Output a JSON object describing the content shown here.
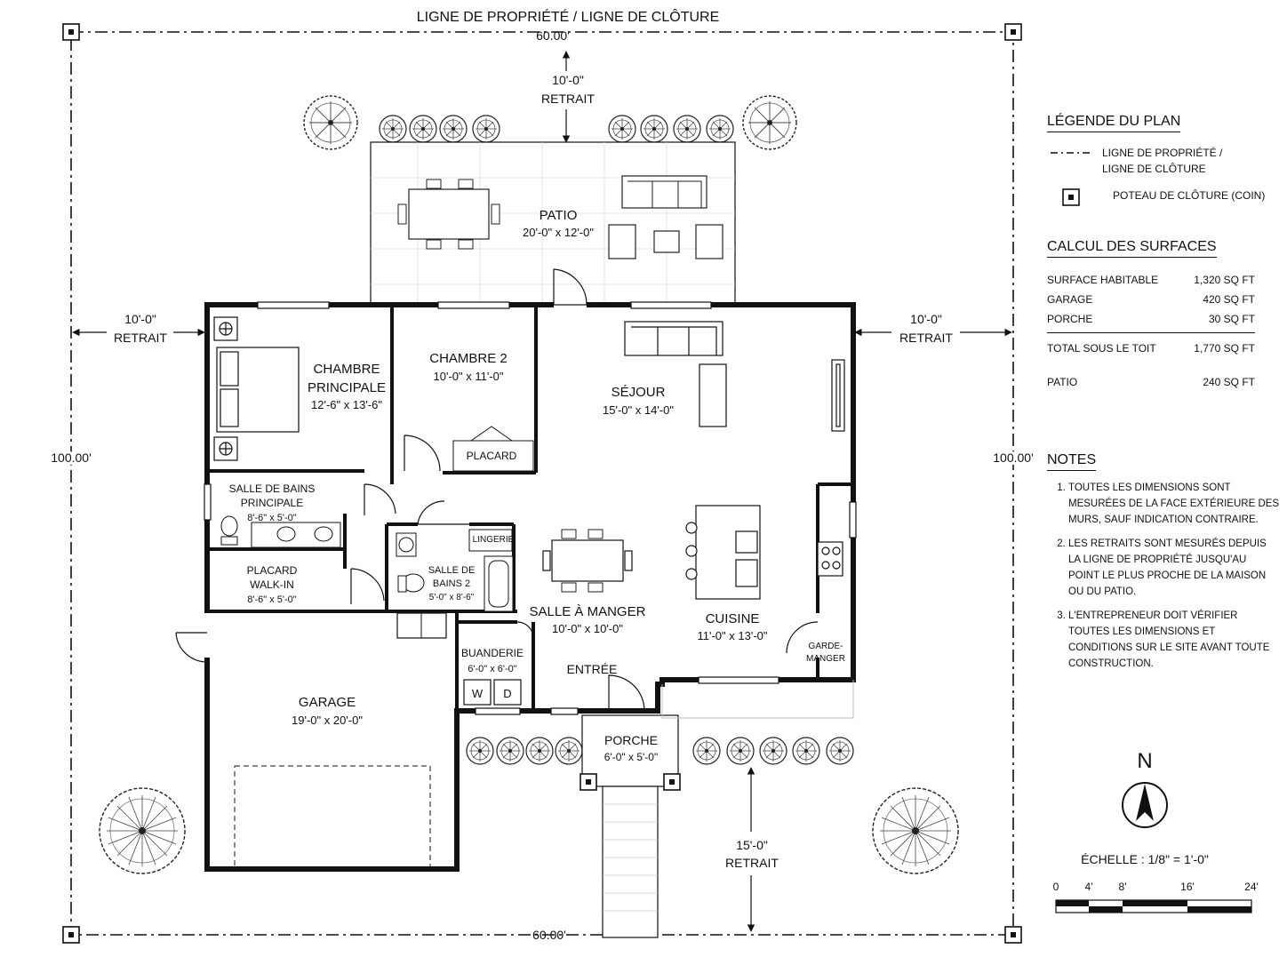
{
  "property": {
    "title": "LIGNE DE PROPRIÉTÉ / LIGNE DE CLÔTURE",
    "top_dim": "60.00'",
    "bottom_dim": "60.00'",
    "left_dim": "100.00'",
    "right_dim": "100.00'"
  },
  "setbacks": {
    "top": [
      "10'-0\"",
      "RETRAIT"
    ],
    "left": [
      "10'-0\"",
      "RETRAIT"
    ],
    "right": [
      "10'-0\"",
      "RETRAIT"
    ],
    "bottom": [
      "15'-0\"",
      "RETRAIT"
    ]
  },
  "rooms": {
    "patio": [
      "PATIO",
      "20'-0\" x 12'-0\""
    ],
    "master": [
      "CHAMBRE",
      "PRINCIPALE",
      "12'-6\" x 13'-6\""
    ],
    "bed2": [
      "CHAMBRE 2",
      "10'-0\" x 11'-0\""
    ],
    "closet": "PLACARD",
    "living": [
      "SÉJOUR",
      "15'-0\" x 14'-0\""
    ],
    "master_bath": [
      "SALLE DE BAINS",
      "PRINCIPALE",
      "8'-6\" x 5'-0\""
    ],
    "linen": "LINGERIE",
    "walkin": [
      "PLACARD",
      "WALK-IN",
      "8'-6\" x 5'-0\""
    ],
    "bath2": [
      "SALLE DE",
      "BAINS 2",
      "5'-0\" x 8'-6\""
    ],
    "dining": [
      "SALLE À MANGER",
      "10'-0\" x 10'-0\""
    ],
    "kitchen": [
      "CUISINE",
      "11'-0\" x 13'-0\""
    ],
    "pantry": [
      "GARDE-",
      "MANGER"
    ],
    "laundry": [
      "BUANDERIE",
      "6'-0\" x 6'-0\""
    ],
    "washer": "W",
    "dryer": "D",
    "entry": "ENTRÉE",
    "garage": [
      "GARAGE",
      "19'-0\" x 20'-0\""
    ],
    "porch": [
      "PORCHE",
      "6'-0\" x 5'-0\""
    ]
  },
  "legend": {
    "title": "LÉGENDE DU PLAN",
    "line_label_1": "LIGNE DE PROPRIÉTÉ /",
    "line_label_2": "LIGNE DE CLÔTURE",
    "post_label": "POTEAU DE CLÔTURE (COIN)"
  },
  "areas": {
    "title": "CALCUL DES SURFACES",
    "rows": [
      {
        "label": "SURFACE HABITABLE",
        "value": "1,320 SQ FT"
      },
      {
        "label": "GARAGE",
        "value": "420 SQ FT"
      },
      {
        "label": "PORCHE",
        "value": "30 SQ FT"
      }
    ],
    "total": {
      "label": "TOTAL SOUS LE TOIT",
      "value": "1,770 SQ FT"
    },
    "patio": {
      "label": "PATIO",
      "value": "240 SQ FT"
    }
  },
  "notes": {
    "title": "NOTES",
    "items": [
      "TOUTES LES DIMENSIONS SONT MESURÉES DE LA FACE EXTÉRIEURE DES MURS, SAUF INDICATION CONTRAIRE.",
      "LES RETRAITS SONT MESURÉS DEPUIS LA LIGNE DE PROPRIÉTÉ JUSQU'AU POINT LE PLUS PROCHE DE LA MAISON OU DU PATIO.",
      "L'ENTREPRENEUR DOIT VÉRIFIER TOUTES LES DIMENSIONS ET CONDITIONS SUR LE SITE AVANT TOUTE CONSTRUCTION."
    ]
  },
  "north": "N",
  "scale": {
    "label": "ÉCHELLE : 1/8\" = 1'-0\"",
    "ticks": [
      "0",
      "4'",
      "8'",
      "16'",
      "24'"
    ]
  }
}
